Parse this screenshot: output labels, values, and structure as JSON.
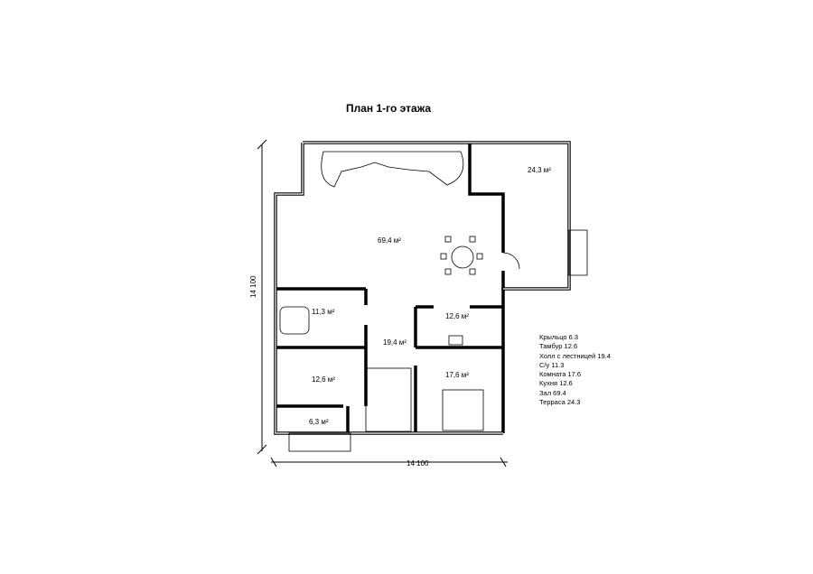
{
  "title": "План 1-го этажа",
  "dimensions": {
    "vertical": "14 100",
    "horizontal": "14 100"
  },
  "rooms": [
    {
      "id": "terrace",
      "area": "24,3 м²"
    },
    {
      "id": "hall",
      "area": "69,4 м²"
    },
    {
      "id": "bathroom",
      "area": "11,3 м²"
    },
    {
      "id": "kitchen",
      "area": "12,6 м²"
    },
    {
      "id": "stair-hall",
      "area": "19,4 м²"
    },
    {
      "id": "vestibule",
      "area": "12,6 м²"
    },
    {
      "id": "bedroom",
      "area": "17,6 м²"
    },
    {
      "id": "porch",
      "area": "6,3 м²"
    }
  ],
  "legend": [
    "Крыльцо 6.3",
    "Тамбур 12.6",
    "Холл с лестницей 19.4",
    "С/у 11.3",
    "Комната 17.6",
    "Кухня 12.6",
    "Зал 69.4",
    "Терраса 24.3"
  ]
}
